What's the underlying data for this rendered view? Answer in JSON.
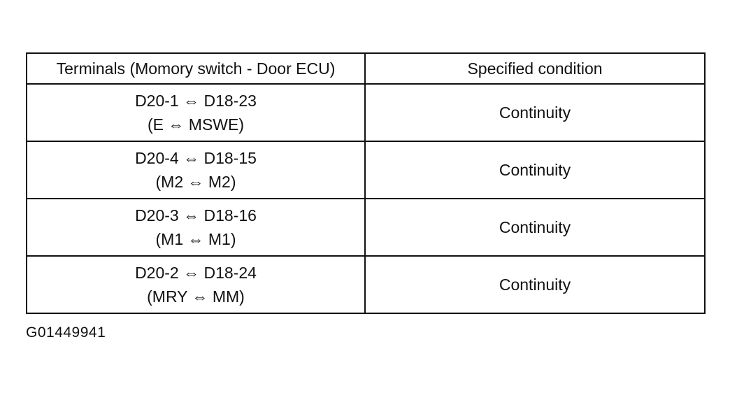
{
  "table": {
    "headers": {
      "terminals": "Terminals (Momory switch - Door ECU)",
      "condition": "Specified condition"
    },
    "rows": [
      {
        "line1": "D20-1 ⇔ D18-23",
        "line2": "(E ⇔ MSWE)",
        "condition": "Continuity"
      },
      {
        "line1": "D20-4 ⇔ D18-15",
        "line2": "(M2 ⇔ M2)",
        "condition": "Continuity"
      },
      {
        "line1": "D20-3 ⇔ D18-16",
        "line2": "(M1 ⇔ M1)",
        "condition": "Continuity"
      },
      {
        "line1": "D20-2 ⇔ D18-24",
        "line2": "(MRY ⇔ MM)",
        "condition": "Continuity"
      }
    ]
  },
  "caption": "G01449941"
}
